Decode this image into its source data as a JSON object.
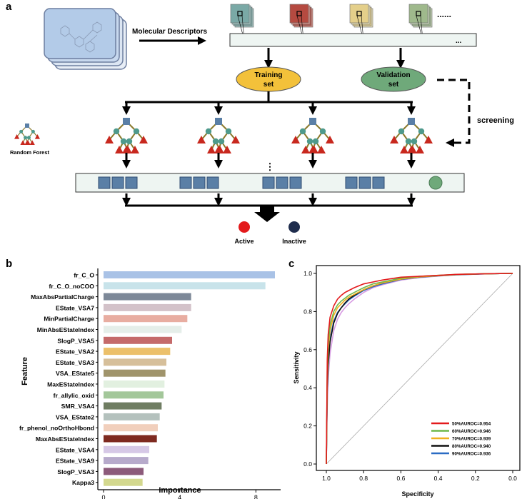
{
  "panel_a": {
    "letter": "a",
    "descriptor_label": "Molecular Descriptors",
    "training_label": [
      "Training",
      "set"
    ],
    "validation_label": [
      "Validation",
      "set"
    ],
    "screening_label": "screening",
    "rf_label": "Random Forest",
    "legend_active": "Active",
    "legend_inactive": "Inactive",
    "ellipsis_h": "......",
    "ellipsis_short": "...",
    "ellipsis_v": "⋮",
    "colors": {
      "training": "#f3c13a",
      "validation": "#6fa97a",
      "tree_node": "#5a7fa6",
      "tree_leaf": "#c8281e",
      "tree_mid": "#4e9a8c",
      "branch": "#8a7a2c",
      "active": "#e31a1c",
      "inactive": "#1f2d4d",
      "panel": "#eef5f2"
    }
  },
  "panel_b": {
    "letter": "b",
    "ylabel": "Feature",
    "xlabel": "Importance"
  },
  "panel_c": {
    "letter": "c",
    "ylabel": "Sensitivity",
    "xlabel": "Specificity"
  },
  "chart_data": [
    {
      "type": "bar",
      "orientation": "horizontal",
      "categories": [
        "fr_C_O",
        "fr_C_O_noCOO",
        "MaxAbsPartialCharge",
        "EState_VSA7",
        "MinPartialCharge",
        "MinAbsEStateIndex",
        "SlogP_VSA5",
        "EState_VSA2",
        "EState_VSA3",
        "VSA_EState5",
        "MaxEStateIndex",
        "fr_allylic_oxid",
        "SMR_VSA4",
        "VSA_EState2",
        "fr_phenol_noOrthoHbond",
        "MaxAbsEStateIndex",
        "EState_VSA4",
        "EState_VSA9",
        "SlogP_VSA3",
        "Kappa3"
      ],
      "values": [
        9.0,
        8.5,
        4.6,
        4.6,
        4.4,
        4.1,
        3.6,
        3.5,
        3.3,
        3.25,
        3.2,
        3.15,
        3.05,
        2.95,
        2.85,
        2.8,
        2.4,
        2.35,
        2.1,
        2.05
      ],
      "colors": [
        "#a9c2e6",
        "#c8e3ea",
        "#7d8898",
        "#d3c2c9",
        "#e8ada1",
        "#e5eee9",
        "#c56a6a",
        "#ecc06a",
        "#d6bf9a",
        "#a0946b",
        "#e2f0e0",
        "#a3c79a",
        "#6f7d62",
        "#b4c1bd",
        "#f1cfbc",
        "#7e2a20",
        "#d6c8e6",
        "#b7aacb",
        "#8c5a7a",
        "#d3d88e"
      ],
      "xlabel": "Importance",
      "ylabel": "Feature",
      "xlim": [
        -0.3,
        9.3
      ],
      "xticks": [
        0,
        4,
        8
      ]
    },
    {
      "type": "line",
      "x_reversed": true,
      "xlim": [
        0.0,
        1.0
      ],
      "ylim": [
        0.0,
        1.0
      ],
      "xticks": [
        "1.0",
        "0.8",
        "0.6",
        "0.4",
        "0.2",
        "0.0"
      ],
      "yticks": [
        "0.0",
        "0.2",
        "0.4",
        "0.6",
        "0.8",
        "1.0"
      ],
      "xlabel": "Specificity",
      "ylabel": "Sensitivity",
      "legend_position": "bottom-right",
      "series": [
        {
          "name": "50%AUROC=0.954",
          "color": "#e31a1c",
          "x": [
            1.0,
            0.995,
            0.99,
            0.98,
            0.96,
            0.94,
            0.92,
            0.9,
            0.88,
            0.85,
            0.8,
            0.75,
            0.7,
            0.6,
            0.5,
            0.4,
            0.3,
            0.2,
            0.1,
            0.0
          ],
          "y": [
            0.0,
            0.55,
            0.68,
            0.77,
            0.83,
            0.865,
            0.885,
            0.9,
            0.91,
            0.925,
            0.945,
            0.955,
            0.965,
            0.98,
            0.985,
            0.99,
            0.995,
            0.997,
            0.999,
            1.0
          ]
        },
        {
          "name": "60%AUROC=0.946",
          "color": "#6fb84a",
          "x": [
            1.0,
            0.995,
            0.99,
            0.98,
            0.96,
            0.94,
            0.92,
            0.9,
            0.88,
            0.85,
            0.8,
            0.75,
            0.7,
            0.6,
            0.5,
            0.4,
            0.3,
            0.2,
            0.1,
            0.0
          ],
          "y": [
            0.0,
            0.5,
            0.63,
            0.73,
            0.8,
            0.835,
            0.855,
            0.87,
            0.885,
            0.9,
            0.925,
            0.945,
            0.955,
            0.975,
            0.985,
            0.99,
            0.995,
            0.997,
            0.999,
            1.0
          ]
        },
        {
          "name": "70%AUROC=0.939",
          "color": "#f0b01e",
          "x": [
            1.0,
            0.995,
            0.99,
            0.98,
            0.96,
            0.94,
            0.92,
            0.9,
            0.88,
            0.85,
            0.8,
            0.75,
            0.7,
            0.6,
            0.5,
            0.4,
            0.3,
            0.2,
            0.1,
            0.0
          ],
          "y": [
            0.0,
            0.45,
            0.6,
            0.7,
            0.78,
            0.82,
            0.84,
            0.86,
            0.875,
            0.89,
            0.915,
            0.935,
            0.95,
            0.97,
            0.982,
            0.988,
            0.994,
            0.997,
            0.999,
            1.0
          ]
        },
        {
          "name": "80%AUROC=0.940",
          "color": "#111111",
          "x": [
            1.0,
            0.995,
            0.99,
            0.98,
            0.96,
            0.94,
            0.92,
            0.9,
            0.88,
            0.85,
            0.8,
            0.75,
            0.7,
            0.6,
            0.5,
            0.4,
            0.3,
            0.2,
            0.1,
            0.0
          ],
          "y": [
            0.0,
            0.4,
            0.52,
            0.64,
            0.74,
            0.79,
            0.82,
            0.845,
            0.865,
            0.885,
            0.915,
            0.935,
            0.95,
            0.97,
            0.982,
            0.988,
            0.994,
            0.997,
            0.999,
            1.0
          ]
        },
        {
          "name": "90%AUROC=0.936",
          "color": "#2b6cc4",
          "x": [
            1.0,
            0.995,
            0.99,
            0.98,
            0.96,
            0.94,
            0.92,
            0.9,
            0.88,
            0.85,
            0.8,
            0.75,
            0.7,
            0.6,
            0.5,
            0.4,
            0.3,
            0.2,
            0.1,
            0.0
          ],
          "y": [
            0.0,
            0.42,
            0.55,
            0.66,
            0.75,
            0.795,
            0.82,
            0.84,
            0.86,
            0.88,
            0.91,
            0.93,
            0.945,
            0.968,
            0.98,
            0.987,
            0.993,
            0.996,
            0.999,
            1.0
          ]
        },
        {
          "name": "",
          "color": "#d79be3",
          "x": [
            1.0,
            0.995,
            0.99,
            0.98,
            0.96,
            0.94,
            0.92,
            0.9,
            0.88,
            0.85,
            0.8,
            0.75,
            0.7,
            0.6,
            0.5,
            0.4,
            0.3,
            0.2,
            0.1,
            0.0
          ],
          "y": [
            0.0,
            0.3,
            0.45,
            0.58,
            0.7,
            0.76,
            0.795,
            0.82,
            0.84,
            0.865,
            0.9,
            0.925,
            0.94,
            0.965,
            0.978,
            0.986,
            0.993,
            0.996,
            0.999,
            1.0
          ]
        }
      ]
    }
  ]
}
